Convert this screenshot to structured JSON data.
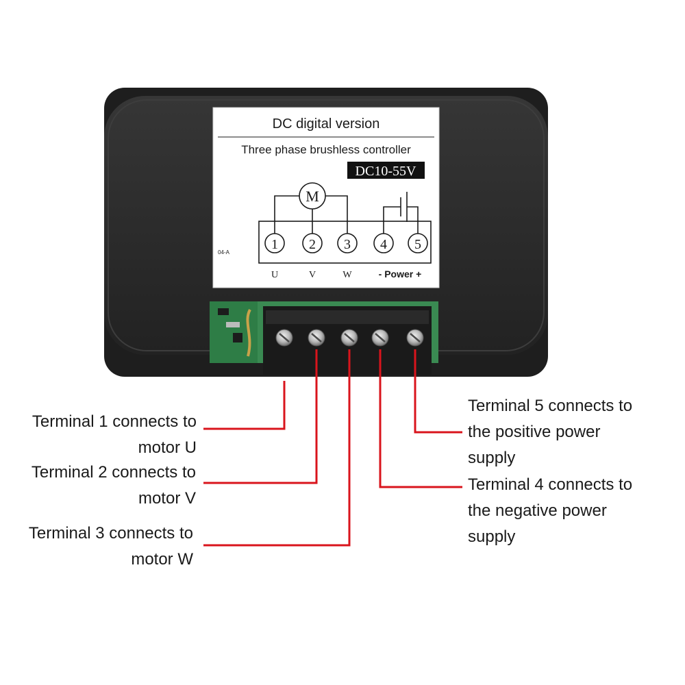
{
  "device": {
    "label_title": "DC digital version",
    "label_subtitle": "Three phase brushless controller",
    "voltage_badge": "DC10-55V",
    "motor_symbol": "M",
    "model_code": "04-A",
    "terminal_numbers": [
      "1",
      "2",
      "3",
      "4",
      "5"
    ],
    "phase_letters": [
      "U",
      "V",
      "W"
    ],
    "power_label": "- Power +",
    "body_color": "#2b2b2b",
    "pcb_color": "#2e7d46"
  },
  "annotations": {
    "line_color": "#d9141c",
    "terminal_1": [
      "Terminal 1 connects to",
      "motor U"
    ],
    "terminal_2": [
      "Terminal 2 connects to",
      "motor V"
    ],
    "terminal_3": [
      "Terminal 3 connects to",
      "motor W"
    ],
    "terminal_5": [
      "Terminal 5 connects to",
      "the positive power",
      "supply"
    ],
    "terminal_4": [
      "Terminal 4 connects to",
      "the negative power",
      "supply"
    ]
  }
}
